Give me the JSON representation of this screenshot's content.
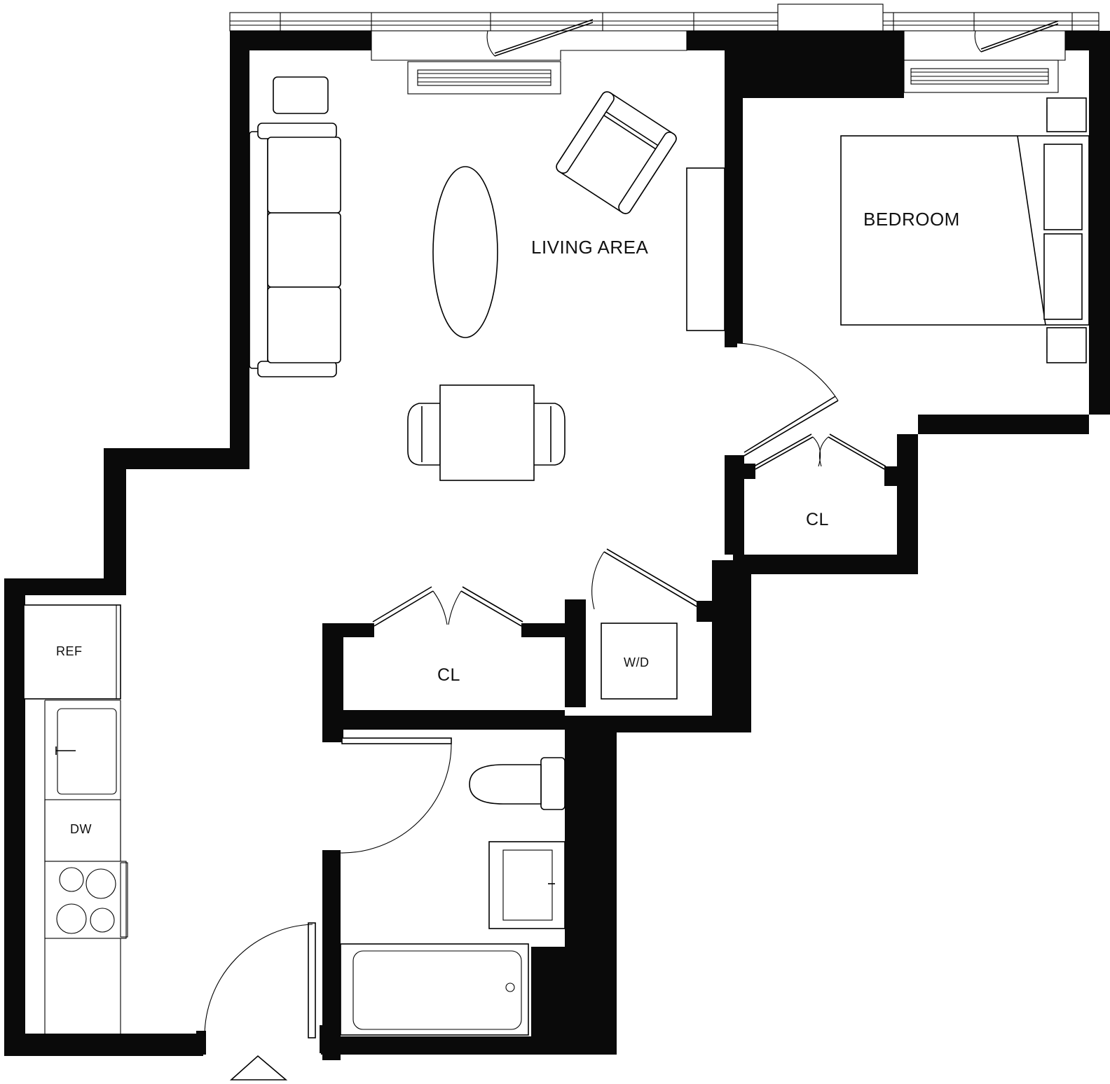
{
  "rooms": {
    "living_area": "LIVING AREA",
    "bedroom": "BEDROOM",
    "closet_bedroom": "CL",
    "closet_hall": "CL"
  },
  "appliances": {
    "refrigerator": "REF",
    "dishwasher": "DW",
    "washer_dryer": "W/D"
  }
}
